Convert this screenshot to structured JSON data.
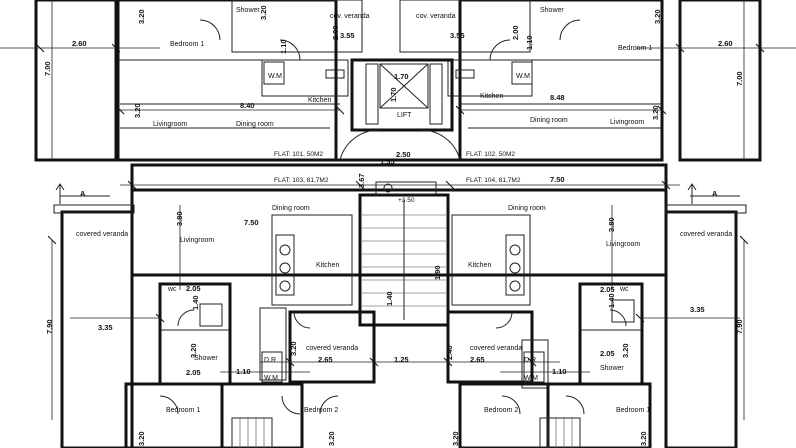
{
  "labels": {
    "shower": "Shower",
    "cov_veranda": "cov. veranda",
    "bedroom1": "Bedroom 1",
    "bedroom2": "Bedroom 2",
    "wm": "W.M",
    "kitchen": "Kitchen",
    "livingroom": "Livingroom",
    "dining_room": "Dining room",
    "lift": "LIFT",
    "covered_veranda": "covered veranda",
    "wc": "wc",
    "dr": "D.R",
    "section_a": "A"
  },
  "flats": {
    "f101": "FLAT: 101, 50M2",
    "f102": "FLAT: 102, 50M2",
    "f103": "FLAT: 103, 81.7M2",
    "f104": "FLAT: 104, 81.7M2"
  },
  "level": "+3.50",
  "dims": {
    "d320": "3.20",
    "d260": "2.60",
    "d700": "7.00",
    "d110": "1.10",
    "d200": "2.00",
    "d355": "3.55",
    "d170": "1.70",
    "d840": "8.40",
    "d848": "8.48",
    "d250": "2.50",
    "d135": "1.35",
    "d367": "3.67",
    "d750": "7.50",
    "d380": "3.80",
    "d190": "1.90",
    "d205": "2.05",
    "d140": "1.40",
    "d335": "3.35",
    "d790": "7.90",
    "d265": "2.65",
    "d125": "1.25",
    "d240": "2.40"
  }
}
